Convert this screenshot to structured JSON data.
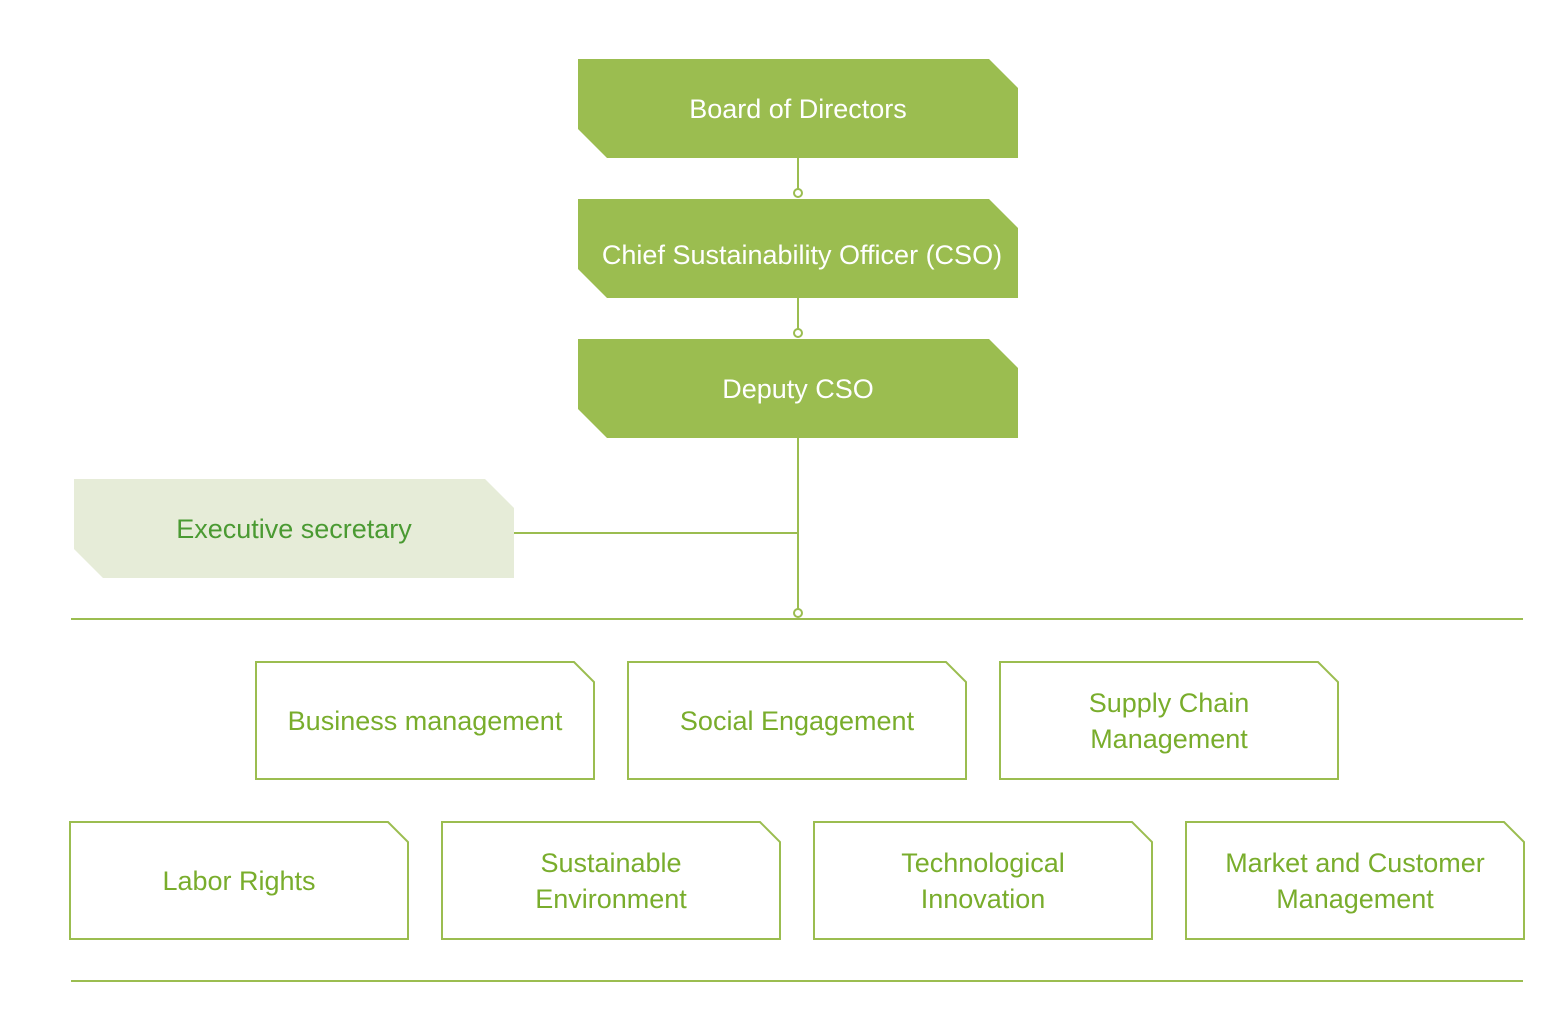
{
  "colors": {
    "primary_fill": "#9bbd50",
    "pale_fill": "#e6ecd8",
    "outline_stroke": "#9bbd50",
    "primary_text": "#ffffff",
    "pale_text": "#4a9a32",
    "outline_text": "#79ad2c",
    "connector": "#9bbd50"
  },
  "hierarchy": {
    "board": "Board of Directors",
    "cso": "Chief Sustainability Officer (CSO)",
    "deputy": "Deputy CSO",
    "secretary": "Executive secretary"
  },
  "departments": {
    "row1": [
      "Business management",
      "Social Engagement",
      "Supply Chain\nManagement"
    ],
    "row2": [
      "Labor Rights",
      "Sustainable\nEnvironment",
      "Technological\nInnovation",
      "Market and Customer\nManagement"
    ]
  }
}
